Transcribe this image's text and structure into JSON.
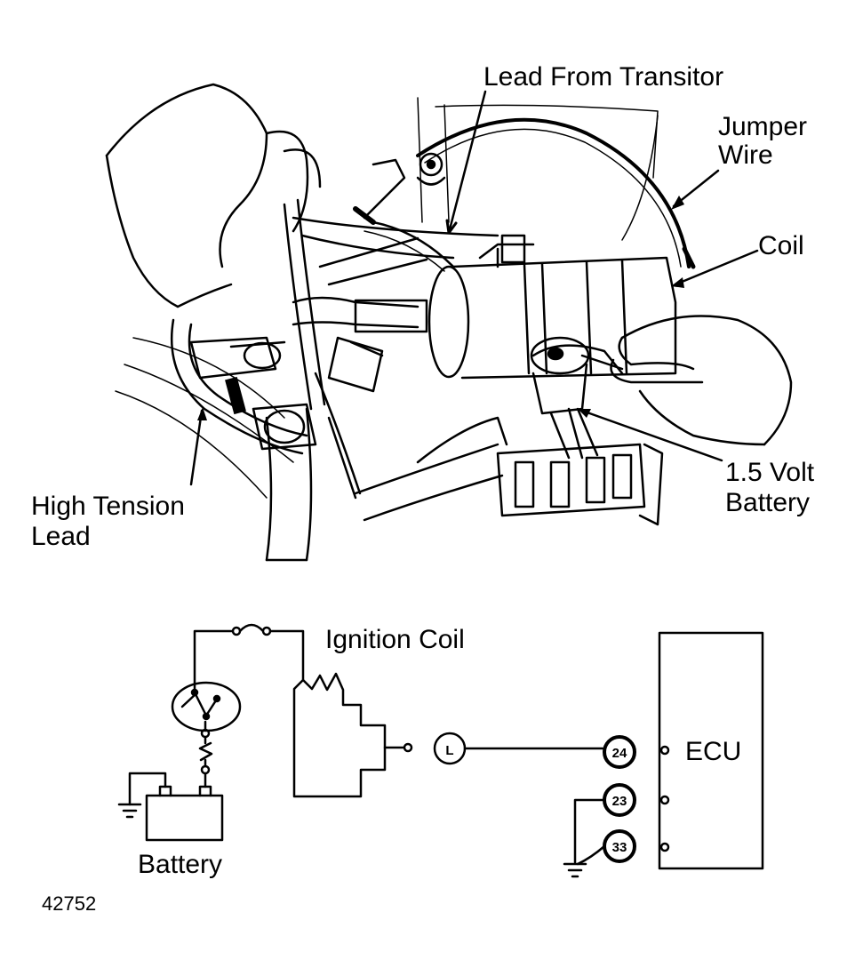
{
  "labels": {
    "lead_from_transistor": "Lead From Transitor",
    "jumper_wire_line1": "Jumper",
    "jumper_wire_line2": "Wire",
    "coil": "Coil",
    "battery_15v_line1": "1.5 Volt",
    "battery_15v_line2": "Battery",
    "high_tension_line1": "High Tension",
    "high_tension_line2": "Lead",
    "ignition_coil": "Ignition Coil",
    "ecu": "ECU",
    "battery": "Battery",
    "figure_id": "42752"
  },
  "terminals": {
    "l": "L",
    "t24": "24",
    "t23": "23",
    "t33": "33"
  },
  "colors": {
    "ink": "#000000",
    "paper": "#ffffff"
  }
}
